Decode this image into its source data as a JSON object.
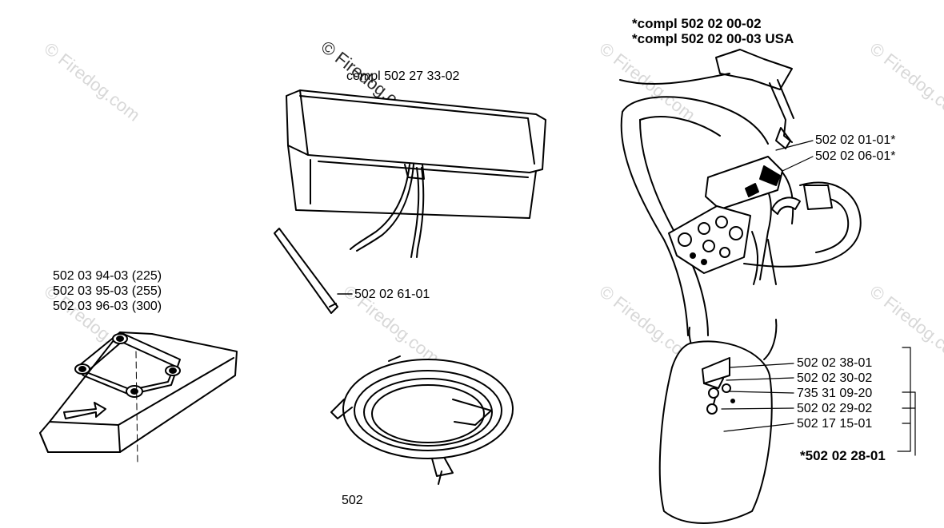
{
  "watermark": "© Firedog.com",
  "parts": {
    "trimmer_guard": [
      "502 03 94-03 (225)",
      "502 03 95-03 (255)",
      "502 03 96-03 (300)"
    ],
    "bag": "compl 502 27 33-02",
    "rod": "502 02 61-01",
    "bottom_partial": "502",
    "harness_header": [
      "*compl 502 02 00-02",
      "*compl 502 02 00-03 USA"
    ],
    "harness_upper": [
      "502 02 01-01*",
      "502 02 06-01*"
    ],
    "hip_pad": [
      "502 02 38-01",
      "502 02 30-02",
      "735 31 09-20",
      "502 02 29-02",
      "502 17 15-01"
    ],
    "hip_pad_kit": "*502 02 28-01"
  }
}
